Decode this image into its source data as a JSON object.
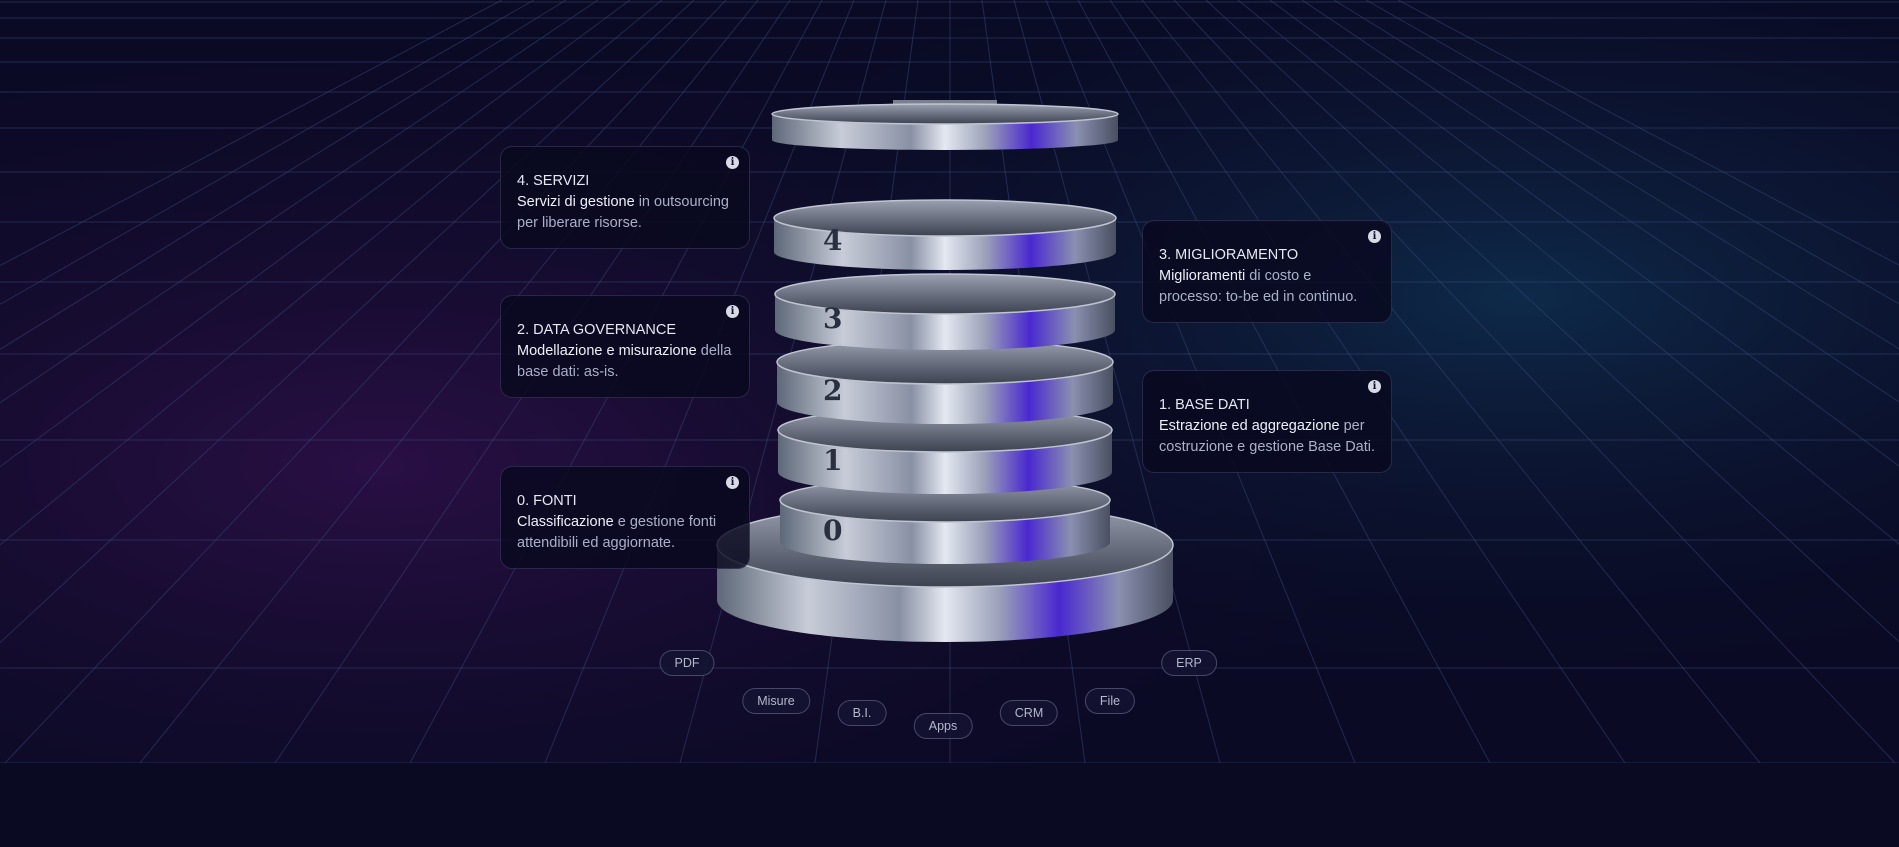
{
  "cards": [
    {
      "title": "4. SERVIZI",
      "strong": "Servizi di gestione",
      "rest": " in outsourcing per liberare risorse."
    },
    {
      "title": "3. MIGLIORAMENTO",
      "strong": "Miglioramenti",
      "rest": " di costo e processo: to-be ed in continuo."
    },
    {
      "title": "2. DATA GOVERNANCE",
      "strong": "Modellazione e misurazione",
      "rest": " della base dati: as-is."
    },
    {
      "title": "1. BASE DATI",
      "strong": "Estrazione ed aggregazione",
      "rest": " per costruzione e gestione Base Dati."
    },
    {
      "title": "0. FONTI",
      "strong": "Classificazione",
      "rest": " e gestione fonti attendibili ed aggiornate."
    }
  ],
  "info_icon": "i",
  "disc_labels": [
    "4",
    "3",
    "2",
    "1",
    "0"
  ],
  "sources": [
    "PDF",
    "Misure",
    "B.I.",
    "Apps",
    "CRM",
    "File",
    "ERP"
  ],
  "colors": {
    "background": "#0a0a24",
    "accent": "#5a2ee0",
    "grid": "#3a4a7a"
  }
}
